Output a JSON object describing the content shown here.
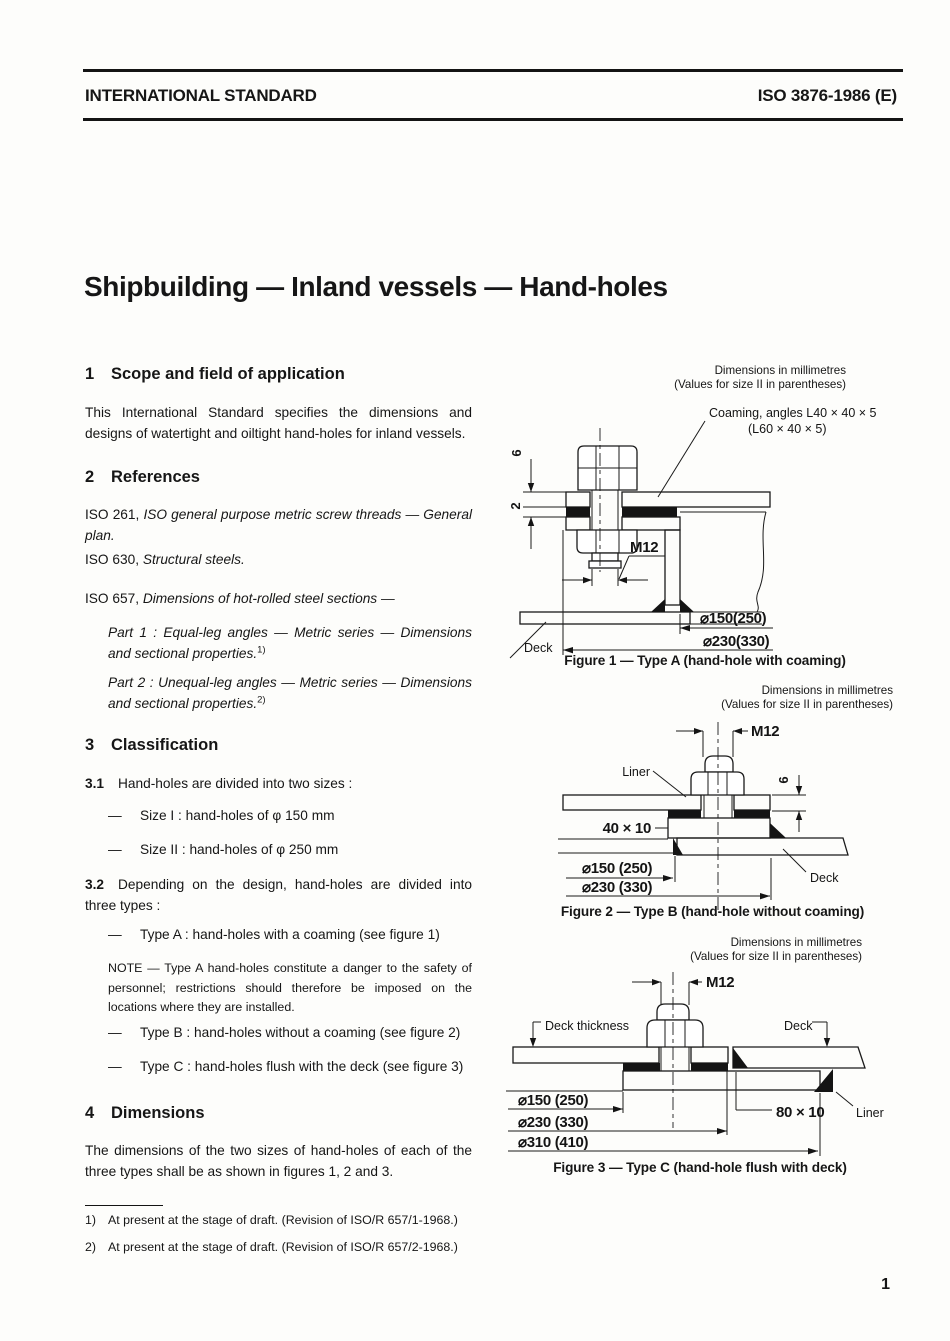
{
  "header": {
    "left": "INTERNATIONAL STANDARD",
    "right": "ISO 3876-1986 (E)"
  },
  "title": "Shipbuilding — Inland vessels — Hand-holes",
  "s1": {
    "num": "1",
    "heading": "Scope and field of application",
    "p1": "This International Standard specifies the dimensions and designs of watertight and oiltight hand-holes for inland vessels."
  },
  "s2": {
    "num": "2",
    "heading": "References",
    "ref1_lead": "ISO 261, ",
    "ref1_title": "ISO general purpose metric screw threads — General plan.",
    "ref2_lead": "ISO 630, ",
    "ref2_title": "Structural steels.",
    "ref3_lead": "ISO 657, ",
    "ref3_title": "Dimensions of hot-rolled steel sections —",
    "part1": "Part 1 : Equal-leg angles — Metric series — Dimensions and sectional properties.",
    "part1_sup": "1)",
    "part2": "Part 2 : Unequal-leg angles — Metric series — Dimensions and sectional properties.",
    "part2_sup": "2)"
  },
  "s3": {
    "num": "3",
    "heading": "Classification",
    "p31_num": "3.1",
    "p31": "Hand-holes are divided into two sizes :",
    "dash": "—",
    "li1": "Size I : hand-holes of φ 150 mm",
    "li2": "Size II : hand-holes of φ 250 mm",
    "p32_num": "3.2",
    "p32": "Depending on the design, hand-holes are divided into three types :",
    "liA": "Type A : hand-holes with a coaming (see figure 1)",
    "note": "NOTE — Type A hand-holes constitute a danger to the safety of personnel; restrictions should therefore be imposed on the locations where they are installed.",
    "liB": "Type B : hand-holes without a coaming (see figure 2)",
    "liC": "Type C : hand-holes flush with the deck (see figure 3)"
  },
  "s4": {
    "num": "4",
    "heading": "Dimensions",
    "p1": "The dimensions of the two sizes of hand-holes of each of the three types shall be as shown in figures 1, 2 and 3."
  },
  "footnotes": {
    "f1_num": "1)",
    "f1": "At present at the stage of draft. (Revision of ISO/R 657/1-1968.)",
    "f2_num": "2)",
    "f2": "At present at the stage of draft. (Revision of ISO/R 657/2-1968.)"
  },
  "page_number": "1",
  "fig1": {
    "note1": "Dimensions in millimetres",
    "note2": "(Values for size II in parentheses)",
    "coaming1": "Coaming, angles L40 × 40 × 5",
    "coaming2": "(L60 × 40 × 5)",
    "dim6": "6",
    "dim2": "2",
    "m12": "M12",
    "d1": "⌀150(250)",
    "d2": "⌀230(330)",
    "deck": "Deck",
    "caption": "Figure 1 — Type A (hand-hole with coaming)"
  },
  "fig2": {
    "note1": "Dimensions in millimetres",
    "note2": "(Values for size II in parentheses)",
    "m12": "M12",
    "liner": "Liner",
    "dim6": "6",
    "bar": "40 × 10",
    "d1": "⌀150 (250)",
    "d2": "⌀230 (330)",
    "deck": "Deck",
    "caption": "Figure 2 — Type B (hand-hole without coaming)"
  },
  "fig3": {
    "note1": "Dimensions in millimetres",
    "note2": "(Values for size II in parentheses)",
    "m12": "M12",
    "deck_thickness": "Deck thickness",
    "deck": "Deck",
    "d1": "⌀150 (250)",
    "d2": "⌀230 (330)",
    "d3": "⌀310 (410)",
    "bar": "80 × 10",
    "liner": "Liner",
    "caption": "Figure 3 — Type C (hand-hole flush with deck)"
  }
}
